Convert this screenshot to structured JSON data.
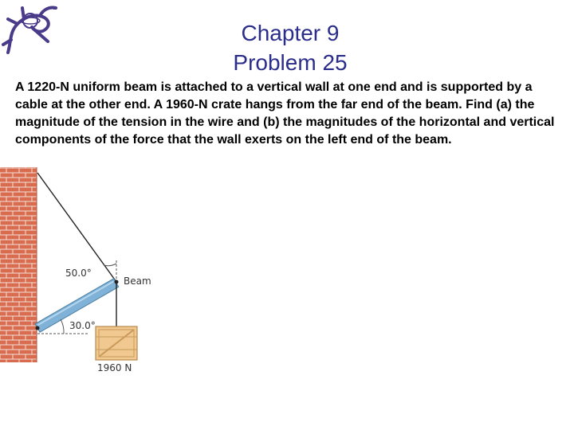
{
  "slide": {
    "title_line1": "Chapter 9",
    "title_line2": "Problem 25",
    "problem_text": "A 1220-N uniform beam is attached to a vertical wall at one end and is supported by a cable at the other end. A 1960-N crate hangs from the far end of the beam. Find (a) the magnitude of the tension in the wire and (b) the magnitudes of the horizontal and vertical components of the force that the wall exerts on the left end of the beam."
  },
  "figure": {
    "cable_angle_label": "50.0°",
    "beam_label": "Beam",
    "beam_angle_label": "30.0°",
    "crate_label": "1960 N"
  },
  "colors": {
    "title": "#2b2d8a",
    "wall_brick": "#d96b4f",
    "beam": "#7fb2d6",
    "crate": "#f0c890",
    "logo": "#4a3a8a"
  },
  "icons": {
    "logo": "lizard-logo-icon"
  }
}
